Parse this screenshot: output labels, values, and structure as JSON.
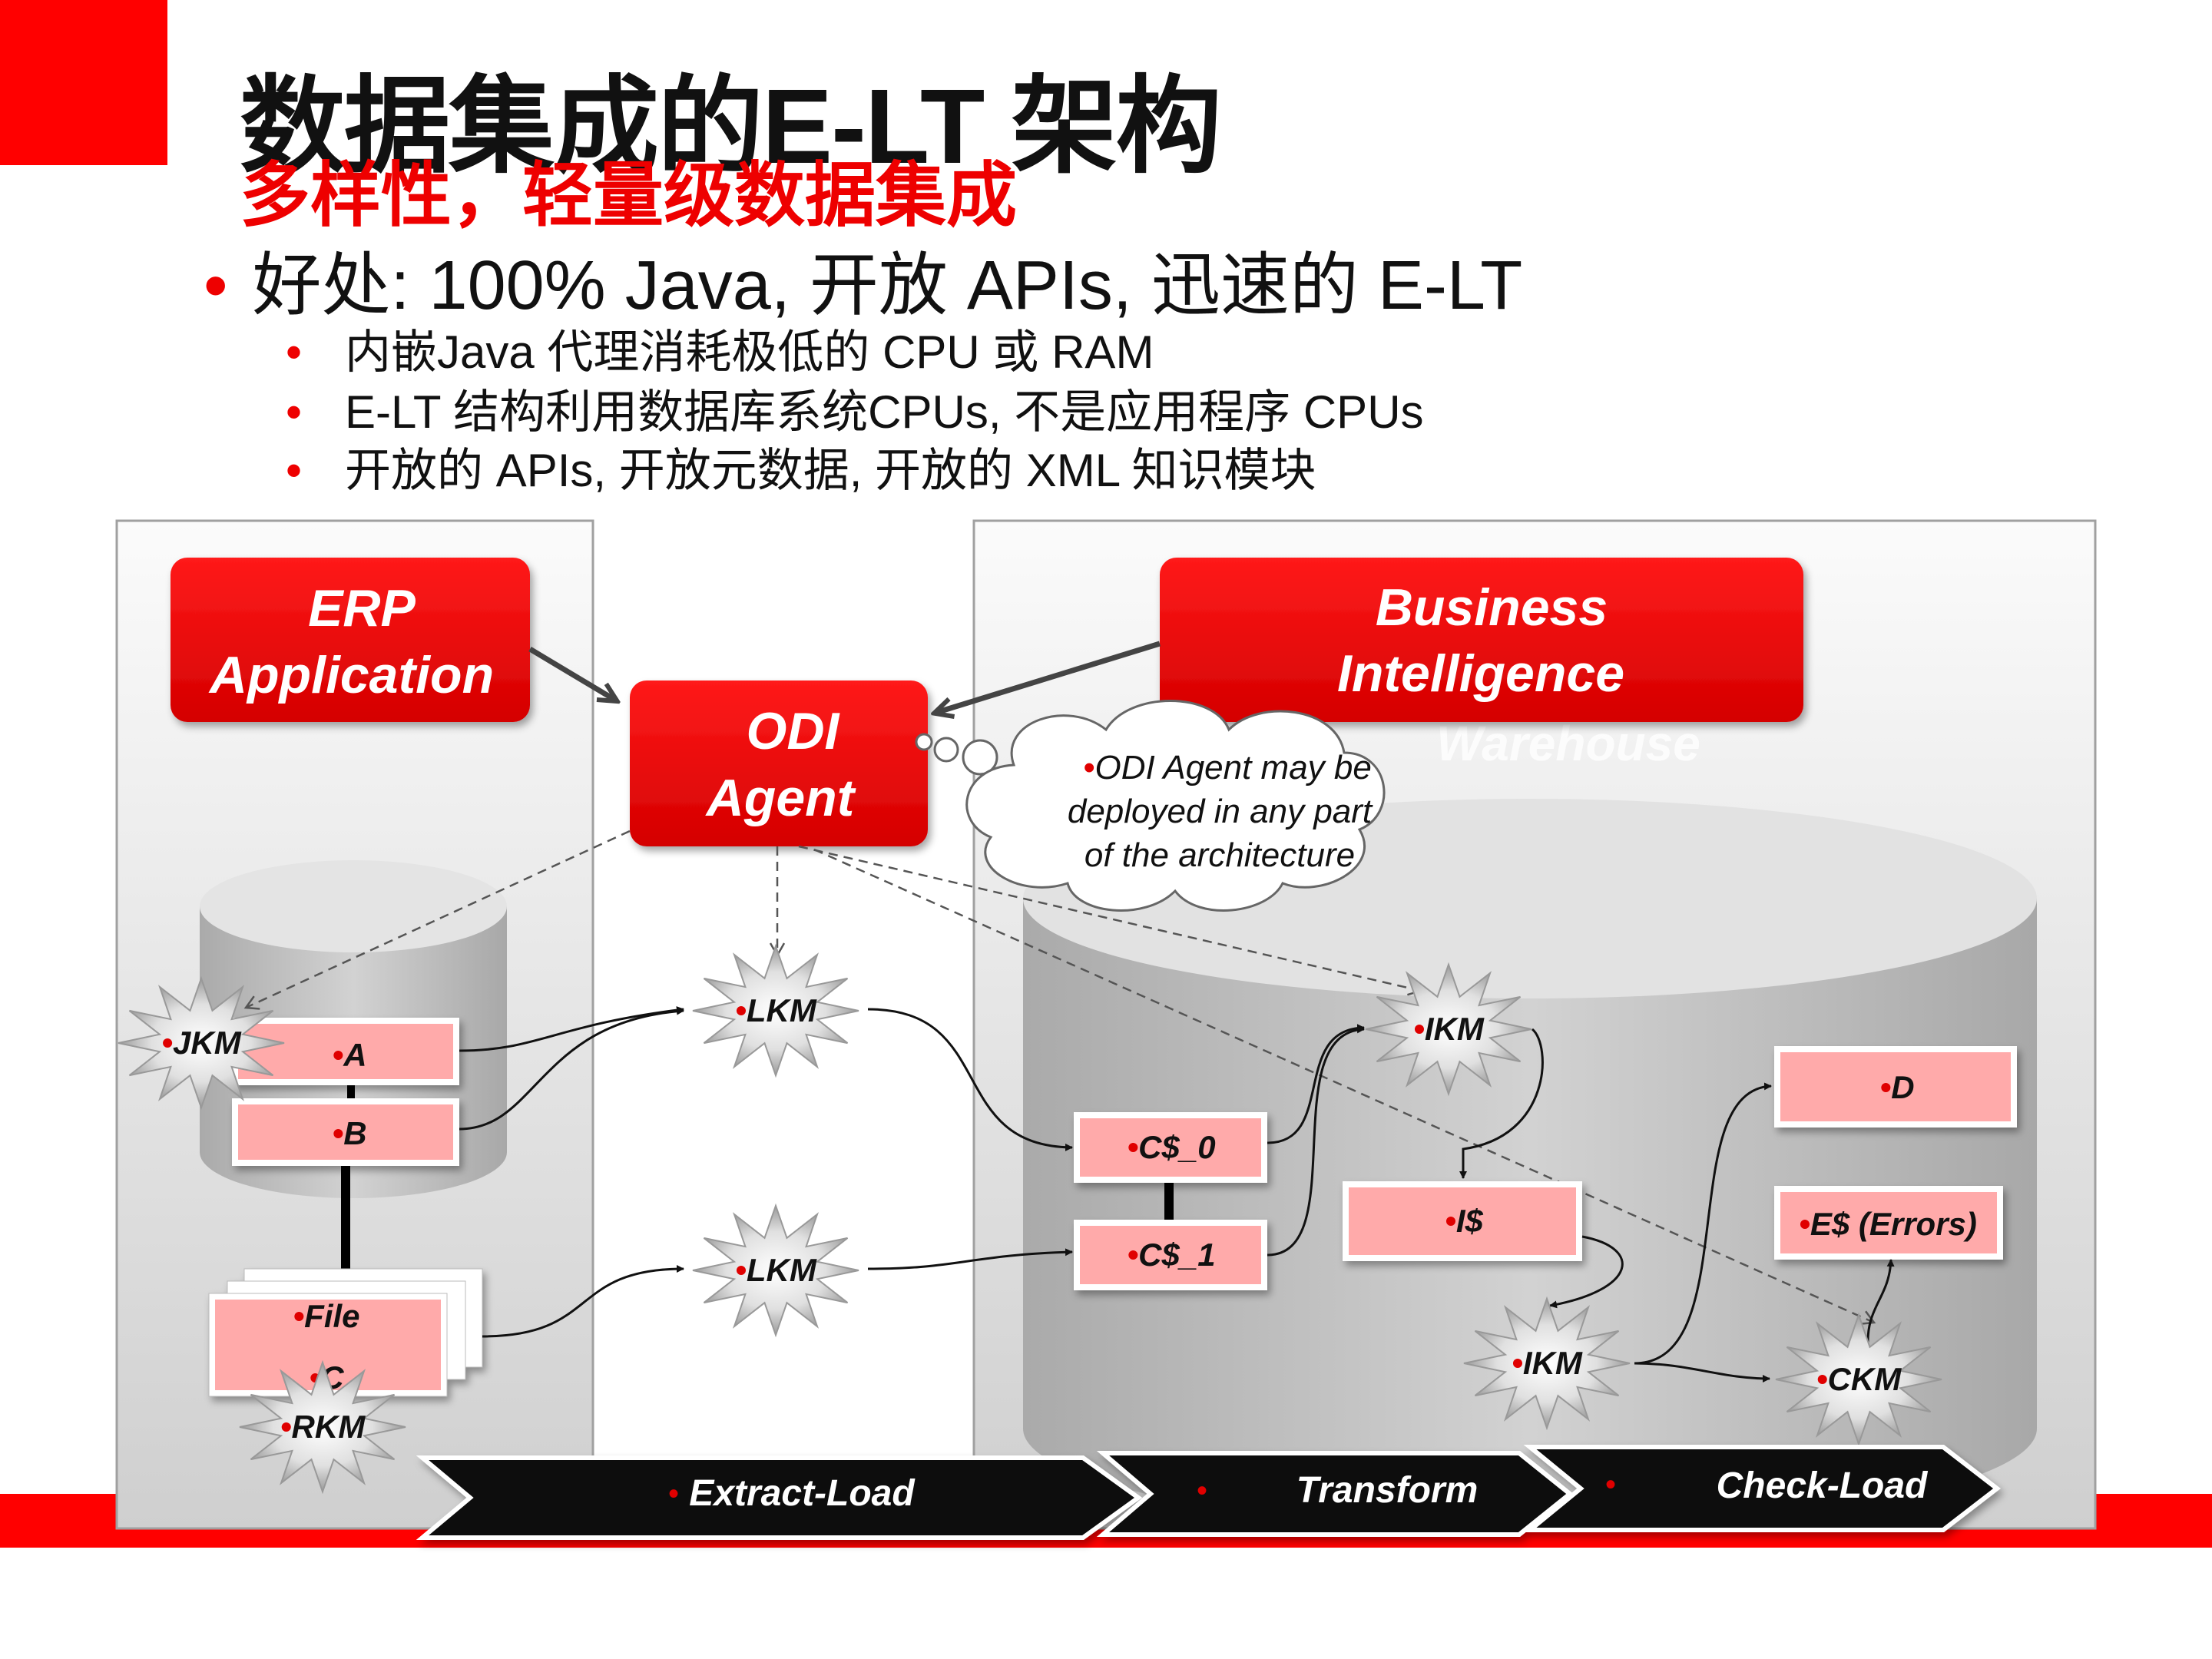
{
  "header": {
    "title": "数据集成的E-LT 架构",
    "subtitle": "多样性，轻量级数据集成"
  },
  "bullets": {
    "main": "好处: 100% Java, 开放 APIs, 迅速的 E-LT",
    "sub": [
      "内嵌Java 代理消耗极低的 CPU 或 RAM",
      "E-LT 结构利用数据库系统CPUs, 不是应用程序 CPUs",
      "开放的 APIs, 开放元数据, 开放的 XML 知识模块"
    ]
  },
  "diagram": {
    "erp": [
      "ERP",
      "Application"
    ],
    "bi": [
      "Business",
      "Intelligence"
    ],
    "warehouse_ghost": "Warehouse",
    "agent": [
      "ODI",
      "Agent"
    ],
    "cloud": [
      "•ODI Agent may be",
      "deployed in any part",
      "of the architecture"
    ],
    "source_tables": {
      "a": "•A",
      "b": "•B",
      "file": "•File",
      "c": "•C"
    },
    "target_tables": {
      "c0": "•C$_0",
      "c1": "•C$_1",
      "i": "•I$",
      "d": "•D",
      "e": "•E$ (Errors)"
    },
    "km": {
      "jkm": "•JKM",
      "lkm1": "•LKM",
      "lkm2": "•LKM",
      "rkm": "•RKM",
      "ikm1": "•IKM",
      "ikm2": "•IKM",
      "ckm": "•CKM"
    },
    "phases": [
      "Extract-Load",
      "Transform",
      "Check-Load"
    ],
    "phase_bullet": "•"
  },
  "colors": {
    "accent": "#ff0000",
    "table_fill": "#ffaaaa",
    "dark": "#0a0a0a"
  }
}
